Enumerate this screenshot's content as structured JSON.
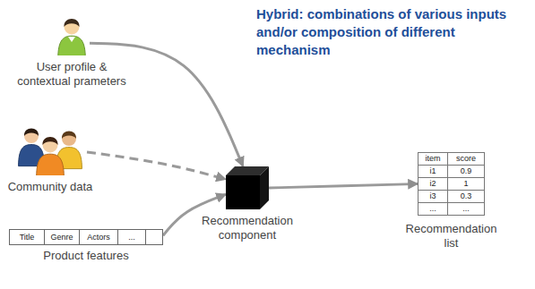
{
  "diagram": {
    "title": "Hybrid: combinations of various inputs and/or composition of different mechanism",
    "nodes": [
      {
        "text": [
          "User profile & contextual prameters"
        ]
      },
      {
        "text": [
          "Community data"
        ]
      },
      {
        "text": [
          "Product features"
        ]
      },
      {
        "text": [
          "Recommendation component"
        ]
      },
      {
        "text": [
          "Recommendation list"
        ]
      }
    ],
    "edges": [
      {
        "from": 0,
        "to": 3,
        "arrow": "to"
      },
      {
        "from": 1,
        "to": 3,
        "arrow": "to"
      },
      {
        "from": 2,
        "to": 3,
        "arrow": "to"
      },
      {
        "from": 3,
        "to": 4,
        "arrow": "to"
      }
    ],
    "labels": [
      "Title",
      "Genre",
      "Actors",
      "...",
      "item",
      "score",
      "i1",
      "0.9",
      "i2",
      "1",
      "i3",
      "0.3",
      "...",
      "..."
    ]
  }
}
